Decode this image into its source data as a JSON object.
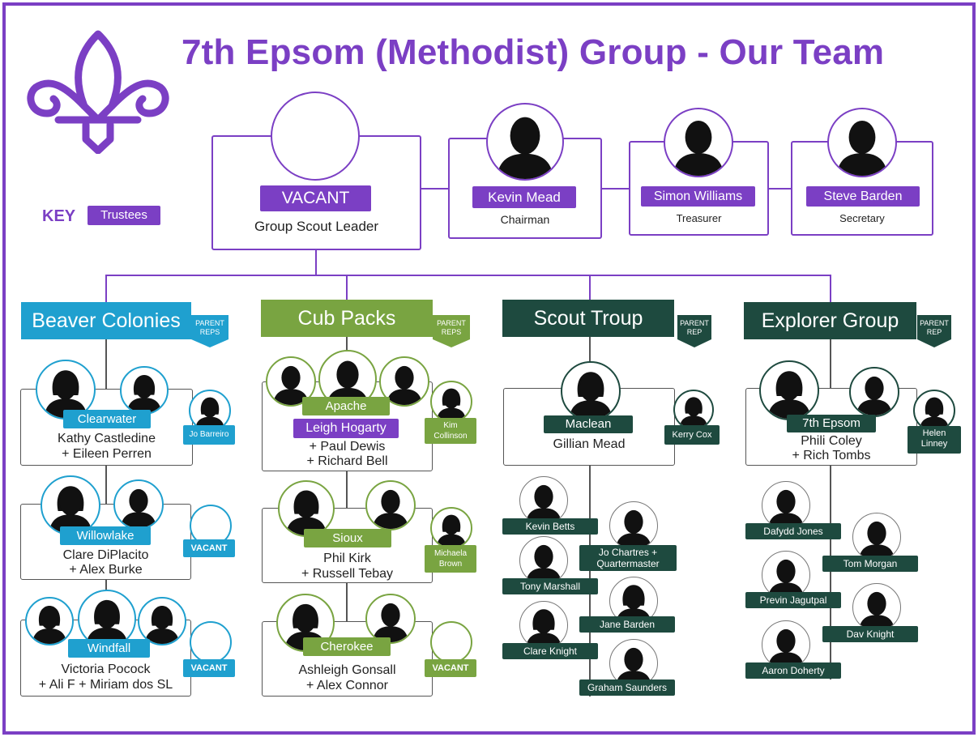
{
  "title": "7th Epsom (Methodist)  Group - Our Team",
  "key": {
    "label": "KEY",
    "badge": "Trustees"
  },
  "colors": {
    "purple": "#7b3fc4",
    "beaver": "#1fa0cf",
    "cub": "#79a441",
    "scout": "#1e4a3f",
    "explorer": "#1e4a3f"
  },
  "leader": {
    "status": "VACANT",
    "role": "Group Scout Leader"
  },
  "trustees": [
    {
      "name": "Kevin Mead",
      "role": "Chairman"
    },
    {
      "name": "Simon Williams",
      "role": "Treasurer"
    },
    {
      "name": "Steve Barden",
      "role": "Secretary"
    }
  ],
  "sections": {
    "beavers": {
      "title": "Beaver Colonies",
      "parent_reps": "PARENT REPS",
      "units": [
        {
          "unit": "Clearwater",
          "line1": "Kathy Castledine",
          "line2": "+ Eileen Perren",
          "rep": "Jo Barreiro"
        },
        {
          "unit": "Willowlake",
          "line1": "Clare DiPlacito",
          "line2": "+ Alex Burke",
          "rep": "VACANT"
        },
        {
          "unit": "Windfall",
          "line1": "Victoria Pocock",
          "line2": "+ Ali F + Miriam dos SL",
          "rep": "VACANT"
        }
      ]
    },
    "cubs": {
      "title": "Cub Packs",
      "parent_reps": "PARENT REPS",
      "units": [
        {
          "unit": "Apache",
          "trustee": "Leigh Hogarty",
          "line1": "+ Paul Dewis",
          "line2": "+ Richard Bell",
          "rep": "Kim Collinson"
        },
        {
          "unit": "Sioux",
          "line1": "Phil Kirk",
          "line2": "+ Russell Tebay",
          "rep": "Michaela Brown"
        },
        {
          "unit": "Cherokee",
          "line1": "Ashleigh Gonsall",
          "line2": "+ Alex Connor",
          "rep": "VACANT"
        }
      ]
    },
    "scouts": {
      "title": "Scout Troup",
      "parent_reps": "PARENT REP",
      "unit": "Maclean",
      "leader": "Gillian Mead",
      "rep": "Kerry Cox",
      "team": [
        "Kevin Betts",
        "Jo Chartres + Quartermaster",
        "Tony Marshall",
        "Jane Barden",
        "Clare Knight",
        "Graham Saunders"
      ]
    },
    "explorers": {
      "title": "Explorer Group",
      "parent_reps": "PARENT REP",
      "unit": "7th Epsom",
      "line1": "Phili Coley",
      "line2": "+ Rich Tombs",
      "rep": "Helen Linney",
      "team": [
        "Dafydd Jones",
        "Tom Morgan",
        "Previn Jagutpal",
        "Dav Knight",
        "Aaron Doherty"
      ]
    }
  }
}
